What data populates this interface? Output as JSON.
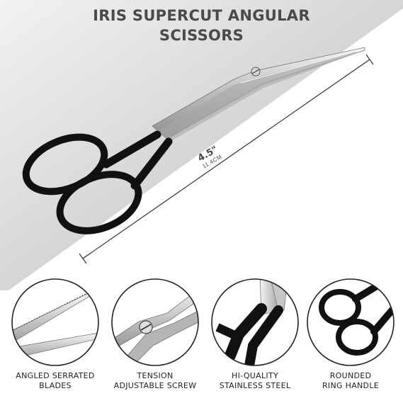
{
  "title": {
    "line1": "IRIS SUPERCUT ANGULAR",
    "line2": "SCISSORS"
  },
  "dimension": {
    "inches": "4.5\"",
    "centimeters": "11.4CM"
  },
  "features": [
    {
      "line1": "ANGLED SERRATED",
      "line2": "BLADES"
    },
    {
      "line1": "TENSION",
      "line2": "ADJUSTABLE SCREW"
    },
    {
      "line1": "HI-QUALITY",
      "line2": "STAINLESS STEEL"
    },
    {
      "line1": "ROUNDED",
      "line2": "RING HANDLE"
    }
  ],
  "colors": {
    "handle": "#111111",
    "steel": "#c9c9c9",
    "title": "#4a4a4a",
    "background_gray": "#bdbdbd"
  }
}
